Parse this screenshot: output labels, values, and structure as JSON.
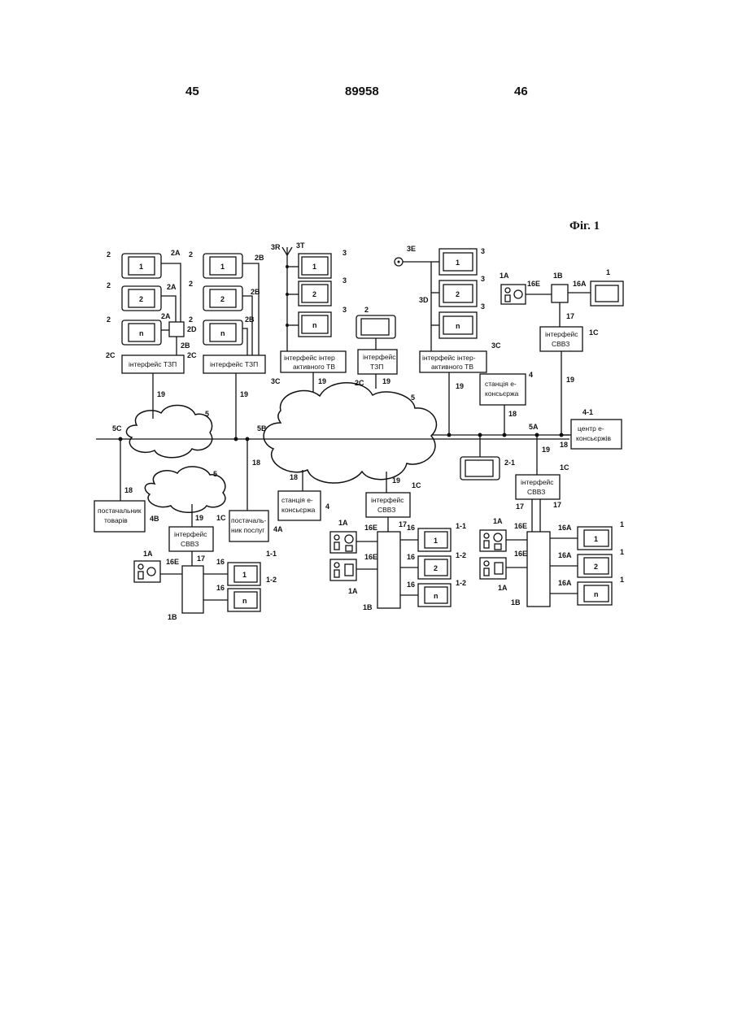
{
  "header": {
    "left_page": "45",
    "patent_number": "89958",
    "right_page": "46"
  },
  "figure": {
    "caption": "Фіг. 1"
  },
  "boxes": {
    "tzp_interface": "інтерфейс ТЗП",
    "tzp_interface_2l": [
      "інтерфейс",
      "ТЗП"
    ],
    "itv_interface_a": [
      "інтерфейс інтер",
      "активного ТВ"
    ],
    "itv_interface_b": [
      "інтерфейс інтер-",
      "активного ТВ"
    ],
    "svvz_interface": [
      "інтерфейс",
      "СВВЗ"
    ],
    "concierge_station_a": [
      "станція е-",
      "консьєржа"
    ],
    "concierge_station_b": [
      "станція е-",
      "консьєржа"
    ],
    "concierge_center": [
      "центр е-",
      "консьєржів"
    ],
    "goods_supplier": [
      "постачальник",
      "товарів"
    ],
    "service_supplier": [
      "постачаль-",
      "ник послуг"
    ]
  },
  "screens": {
    "one": "1",
    "two": "2",
    "n": "n"
  },
  "labels": {
    "l2": "2",
    "l2A": "2A",
    "l2B": "2B",
    "l2C": "2C",
    "l2D": "2D",
    "l2_1": "2-1",
    "l3": "3",
    "l3R": "3R",
    "l3T": "3T",
    "l3E": "3E",
    "l3D": "3D",
    "l3C": "3C",
    "l1": "1",
    "l1A": "1A",
    "l1B": "1B",
    "l1C": "1C",
    "l1_1": "1-1",
    "l1_2": "1-2",
    "l4": "4",
    "l4A": "4A",
    "l4B": "4B",
    "l4_1": "4-1",
    "l5": "5",
    "l5A": "5A",
    "l5B": "5B",
    "l5C": "5C",
    "l16": "16",
    "l16A": "16A",
    "l16E": "16E",
    "l17": "17",
    "l18": "18",
    "l19": "19"
  }
}
